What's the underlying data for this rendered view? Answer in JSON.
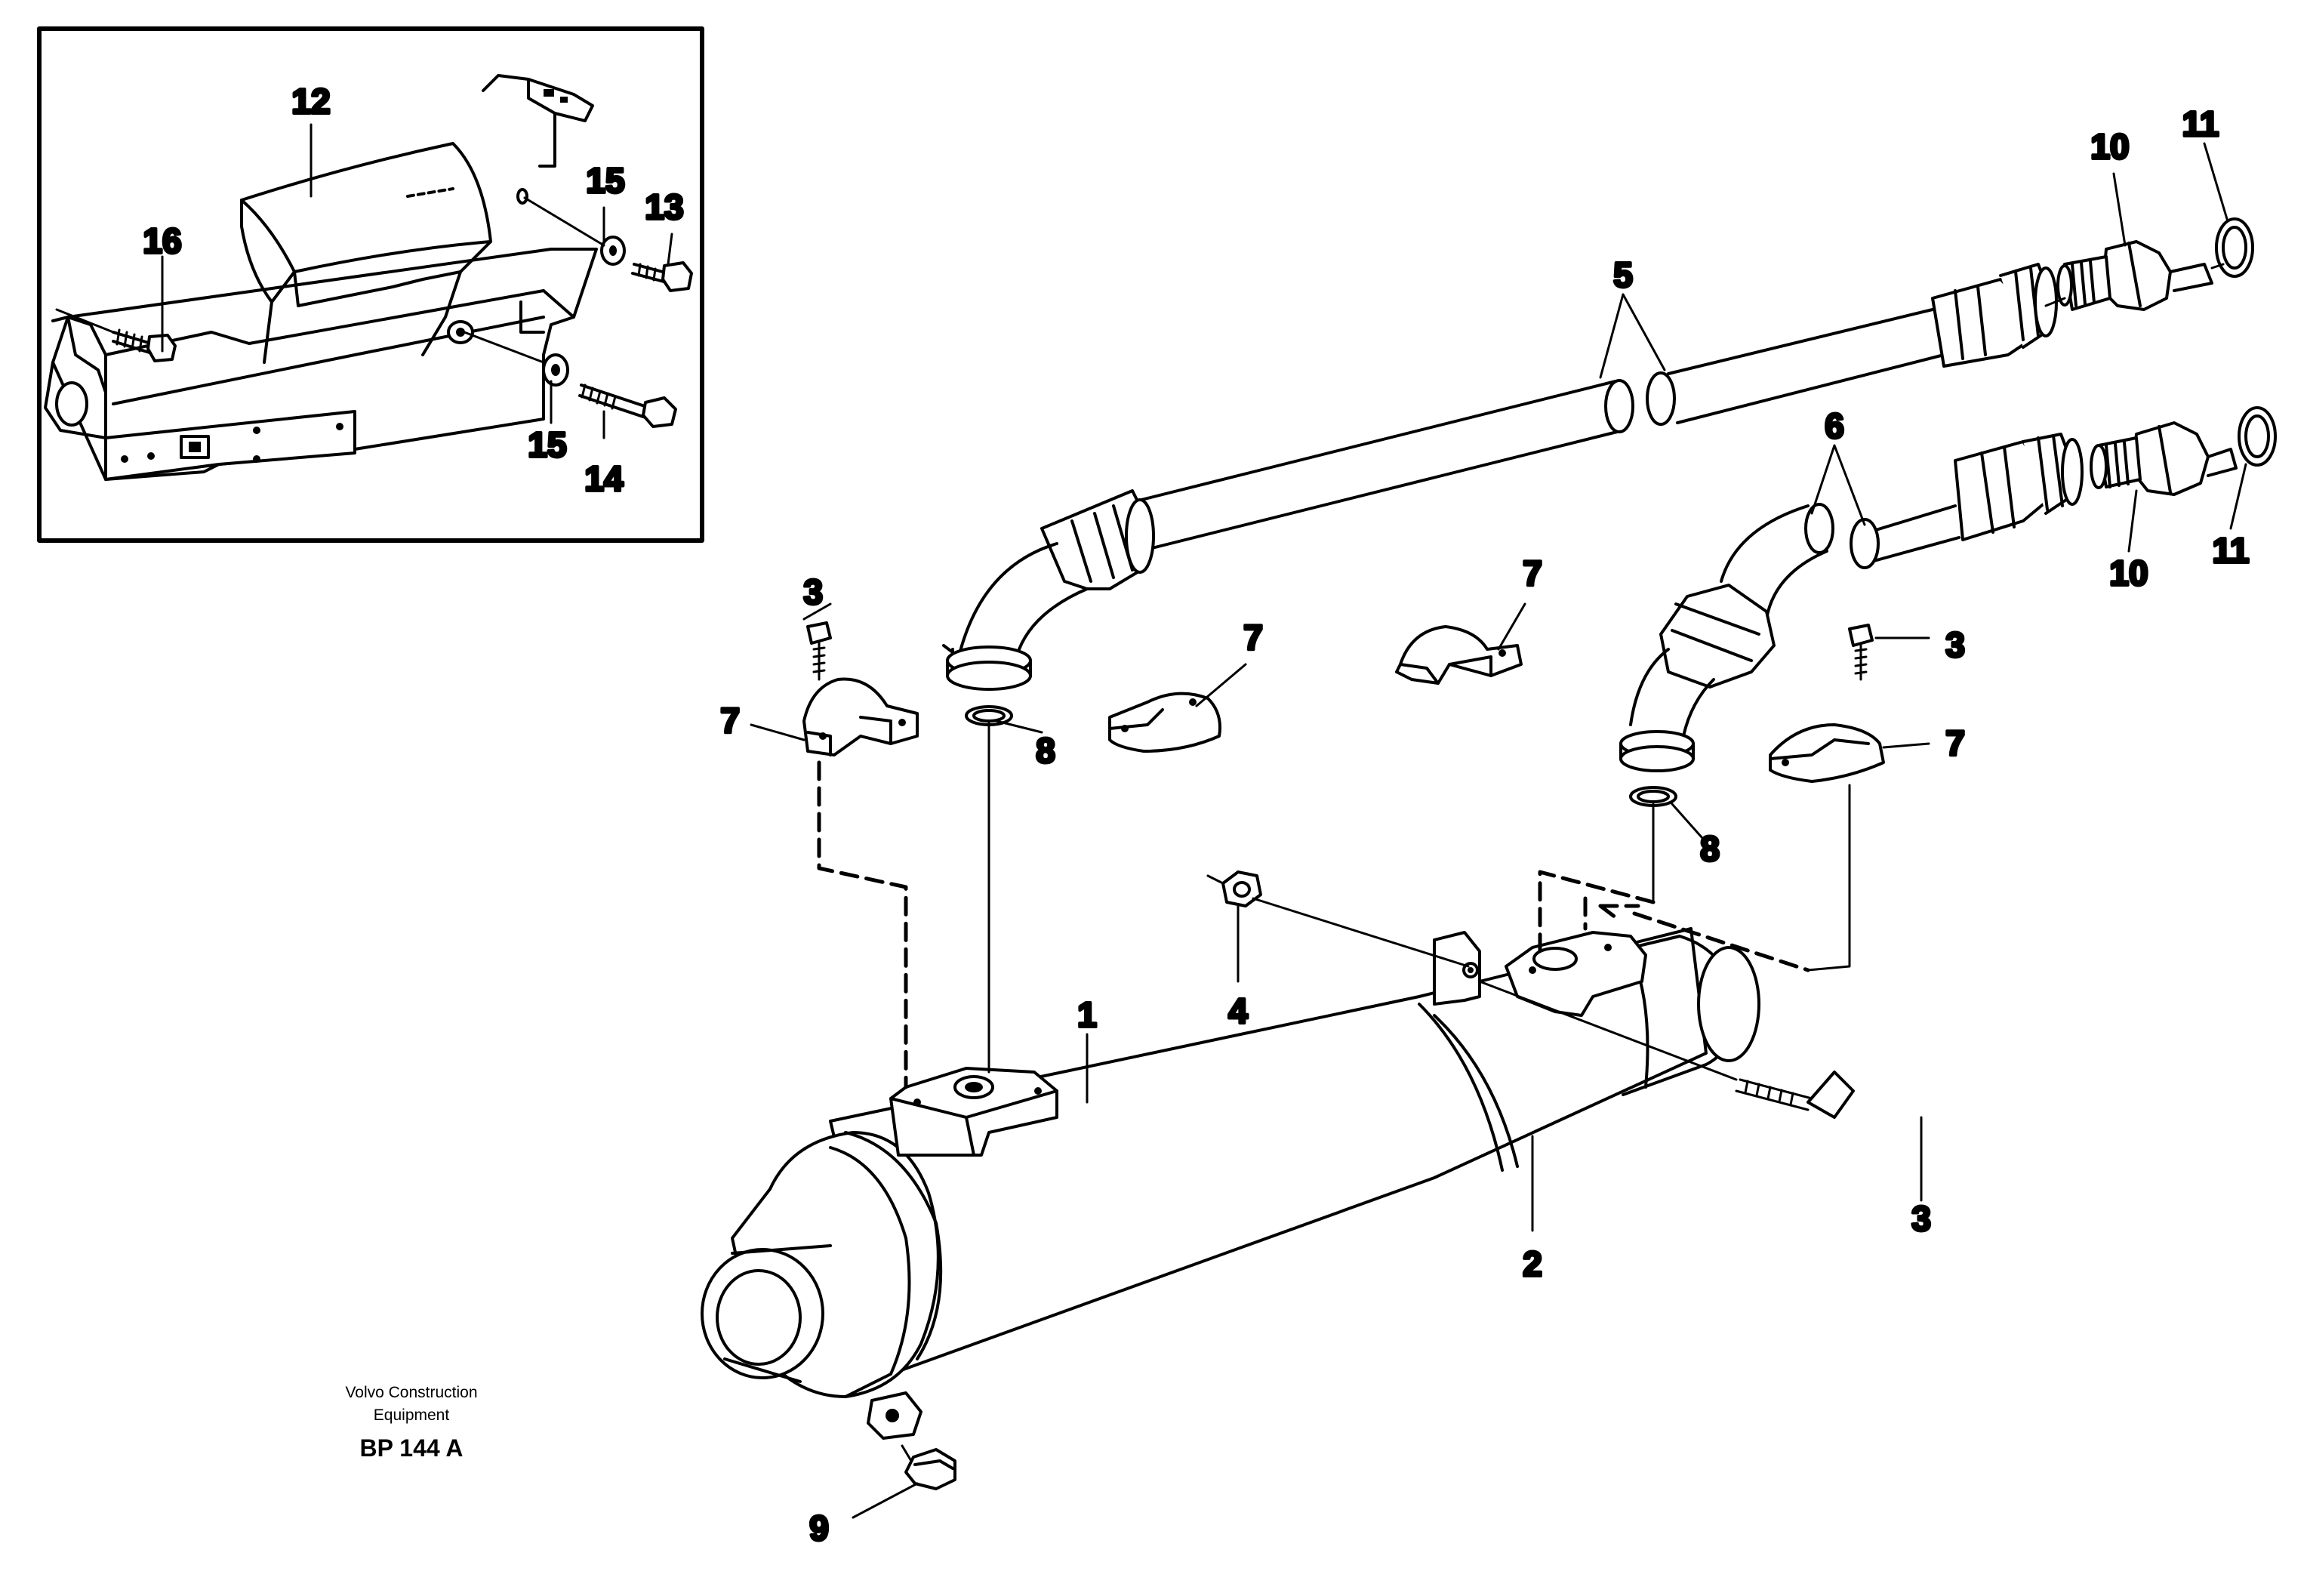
{
  "drawing": {
    "company_line1": "Volvo Construction",
    "company_line2": "Equipment",
    "drawing_code": "BP 144 A"
  },
  "callouts": {
    "c1": "1",
    "c2": "2",
    "c3a": "3",
    "c3b": "3",
    "c3c": "3",
    "c4": "4",
    "c5": "5",
    "c6": "6",
    "c7a": "7",
    "c7b": "7",
    "c7c": "7",
    "c7d": "7",
    "c8a": "8",
    "c8b": "8",
    "c9": "9",
    "c10a": "10",
    "c10b": "10",
    "c11a": "11",
    "c11b": "11",
    "c12": "12",
    "c13": "13",
    "c14": "14",
    "c15a": "15",
    "c15b": "15",
    "c16": "16"
  },
  "icons": {
    "inset": "bracket-assembly-icon",
    "cooler": "oil-cooler-icon",
    "hose": "hose-icon",
    "clamp": "clamp-icon",
    "bolt": "bolt-icon",
    "nut": "nut-icon",
    "seal": "seal-ring-icon",
    "nipple": "nipple-icon",
    "plug": "plug-icon",
    "washer": "washer-icon"
  }
}
